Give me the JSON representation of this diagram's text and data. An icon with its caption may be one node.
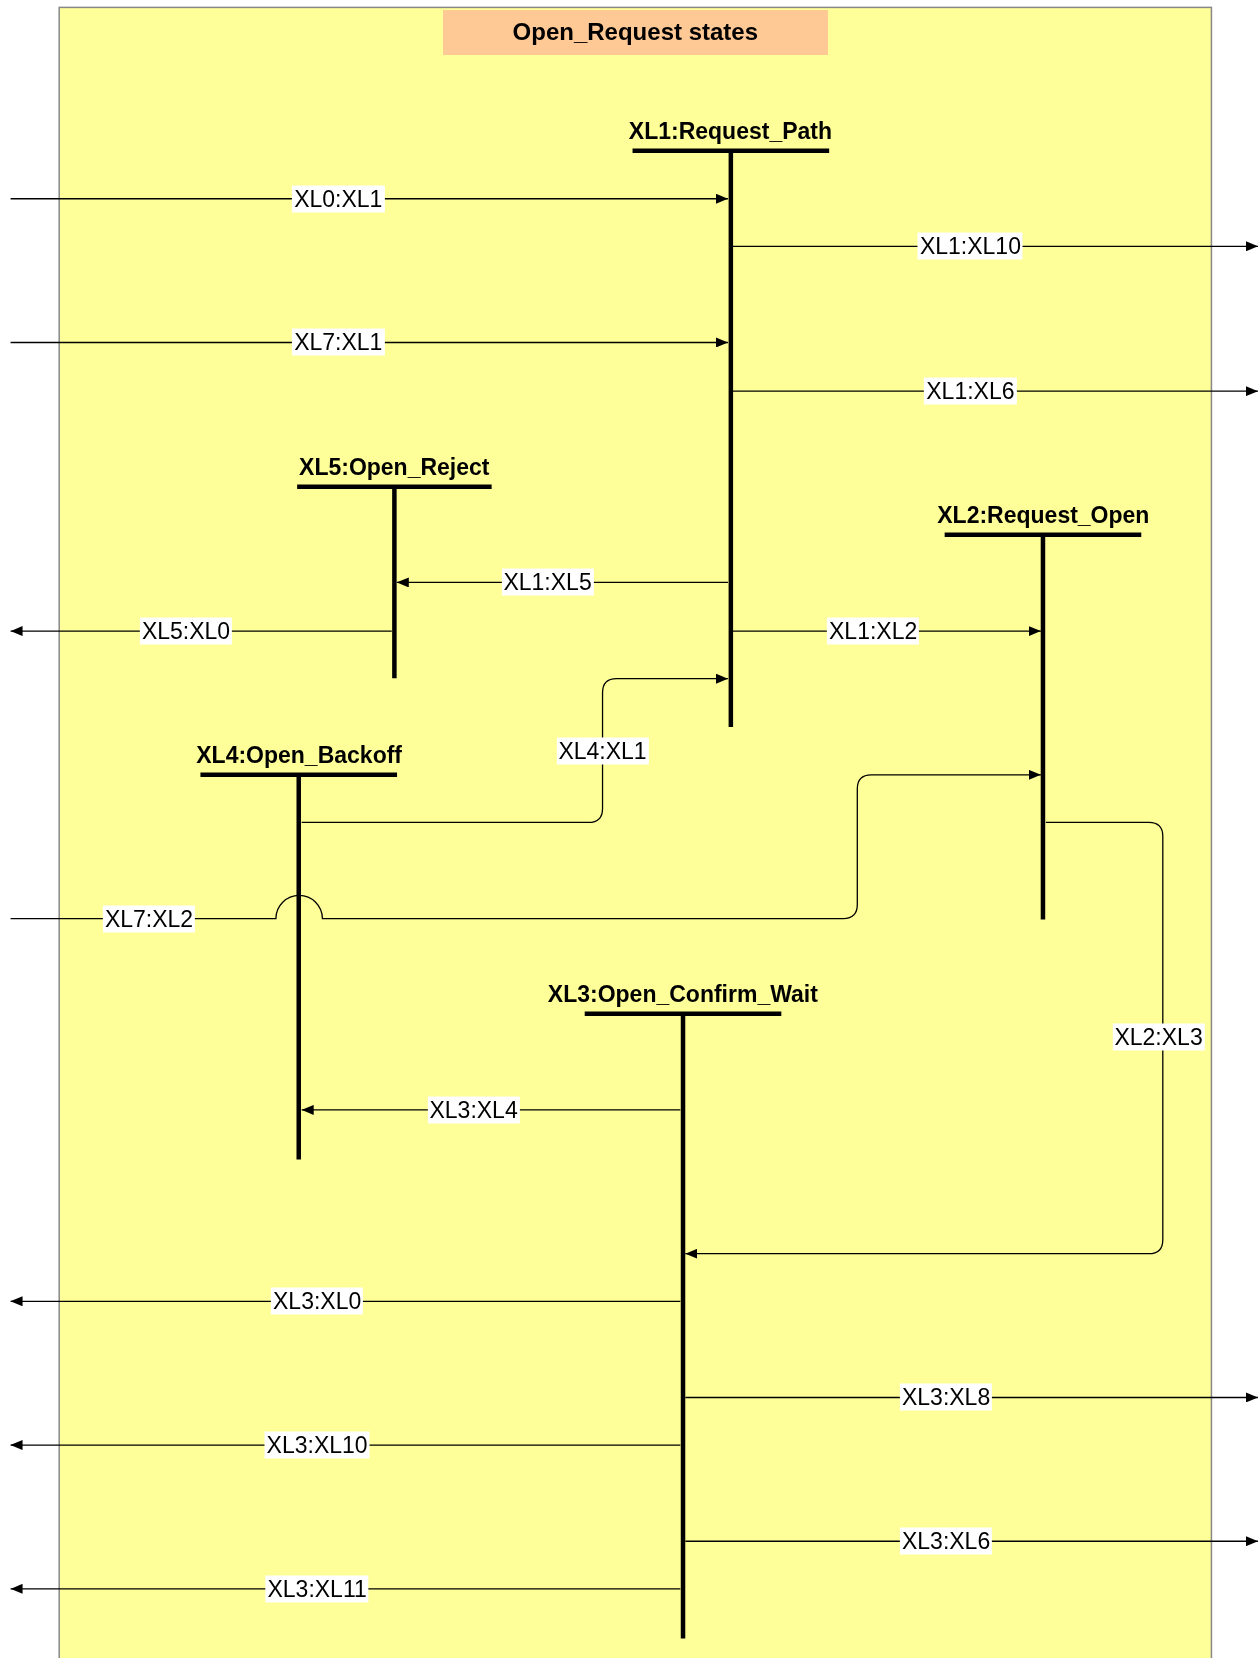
{
  "diagram": {
    "title": "Open_Request states",
    "nodes": [
      {
        "text": [
          "XL1:Request_Path"
        ]
      },
      {
        "text": [
          "XL5:Open_Reject"
        ]
      },
      {
        "text": [
          "XL2:Request_Open"
        ]
      },
      {
        "text": [
          "XL4:Open_Backoff"
        ]
      },
      {
        "text": [
          "XL3:Open_Confirm_Wait"
        ]
      }
    ],
    "edges": [
      {
        "from": null,
        "to": 0,
        "arrow": "to",
        "label": "XL0:XL1"
      },
      {
        "from": 0,
        "to": null,
        "arrow": "to",
        "label": "XL1:XL10"
      },
      {
        "from": null,
        "to": 0,
        "arrow": "to",
        "label": "XL7:XL1"
      },
      {
        "from": 0,
        "to": null,
        "arrow": "to",
        "label": "XL1:XL6"
      },
      {
        "from": 0,
        "to": 1,
        "arrow": "to",
        "label": "XL1:XL5"
      },
      {
        "from": 1,
        "to": null,
        "arrow": "to",
        "label": "XL5:XL0"
      },
      {
        "from": 0,
        "to": 2,
        "arrow": "to",
        "label": "XL1:XL2"
      },
      {
        "from": 3,
        "to": 0,
        "arrow": "to",
        "label": "XL4:XL1"
      },
      {
        "from": null,
        "to": 2,
        "arrow": "to",
        "label": "XL7:XL2"
      },
      {
        "from": 2,
        "to": 4,
        "arrow": "to",
        "label": "XL2:XL3"
      },
      {
        "from": 4,
        "to": 3,
        "arrow": "to",
        "label": "XL3:XL4"
      },
      {
        "from": 4,
        "to": null,
        "arrow": "to",
        "label": "XL3:XL0"
      },
      {
        "from": 4,
        "to": null,
        "arrow": "to",
        "label": "XL3:XL8"
      },
      {
        "from": 4,
        "to": null,
        "arrow": "to",
        "label": "XL3:XL10"
      },
      {
        "from": 4,
        "to": null,
        "arrow": "to",
        "label": "XL3:XL6"
      },
      {
        "from": 4,
        "to": null,
        "arrow": "to",
        "label": "XL3:XL11"
      }
    ]
  }
}
